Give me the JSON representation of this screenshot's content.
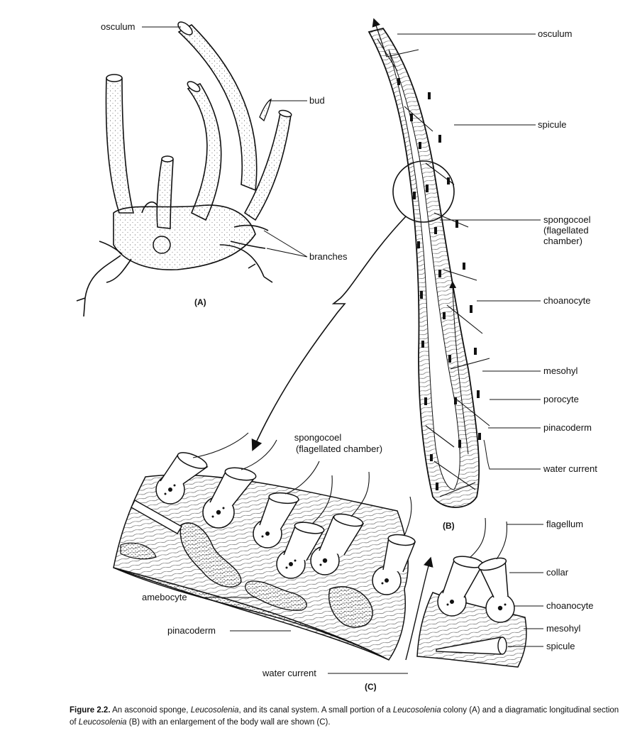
{
  "panelA": {
    "tag": "(A)",
    "labels": {
      "osculum": "osculum",
      "bud": "bud",
      "branches": "branches"
    }
  },
  "panelB": {
    "tag": "(B)",
    "labels": {
      "osculum": "osculum",
      "spicule": "spicule",
      "spongocoel_l1": "spongocoel",
      "spongocoel_l2": "(flagellated",
      "spongocoel_l3": "chamber)",
      "choanocyte": "choanocyte",
      "mesohyl": "mesohyl",
      "porocyte": "porocyte",
      "pinacoderm": "pinacoderm",
      "water_current": "water current"
    }
  },
  "panelC": {
    "tag": "(C)",
    "labels": {
      "spongocoel_l1": "spongocoel",
      "spongocoel_l2": "(flagellated chamber)",
      "amebocyte": "amebocyte",
      "pinacoderm": "pinacoderm",
      "water_current": "water current",
      "flagellum": "flagellum",
      "collar": "collar",
      "choanocyte": "choanocyte",
      "mesohyl": "mesohyl",
      "spicule": "spicule"
    }
  },
  "caption": {
    "fig": "Figure 2.2.",
    "t1": " An asconoid sponge, ",
    "i1": "Leucosolenia",
    "t2": ", and its canal system. A small portion of a ",
    "i2": "Leucosolenia",
    "t3": " colony (A) and a diagramatic longitudinal section of ",
    "i3": "Leucosolenia",
    "t4": " (B) with an enlargement of the body wall are shown (C)."
  }
}
